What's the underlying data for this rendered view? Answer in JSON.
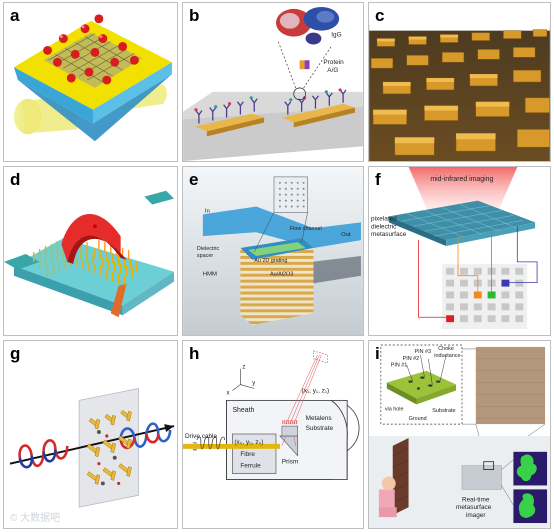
{
  "panels": {
    "a": {
      "label": "a"
    },
    "b": {
      "label": "b",
      "igg": "IgG",
      "protein": "Protein",
      "ag": "A/G"
    },
    "c": {
      "label": "c"
    },
    "d": {
      "label": "d"
    },
    "e": {
      "label": "e",
      "flow_channel": "Flow channel",
      "in": "In",
      "out": "Out",
      "dielectric": "Dielectric",
      "spacer": "spacer",
      "grating": "Au 2D grating",
      "hmm": "HMM",
      "au_al2o3": "Au/Al2O3"
    },
    "f": {
      "label": "f",
      "mid_ir": "mid-infrared imaging",
      "pix1": "pixelated",
      "pix2": "dielectric",
      "pix3": "metasurface"
    },
    "g": {
      "label": "g"
    },
    "h": {
      "label": "h",
      "sheath": "Sheath",
      "metalens": "Metalens",
      "substrate": "Substrate",
      "fibre": "Fibre",
      "ferrule": "Ferrule",
      "prism": "Prism",
      "drive_cable": "Drive cable",
      "coord1": "(x₀, y₀, z₀)",
      "coord2": "(x₁, y₁, z₁)",
      "z": "z",
      "x": "x",
      "y": "y"
    },
    "i": {
      "label": "i",
      "pin3": "PIN #3",
      "pin2": "PIN #2",
      "pin1": "PIN #1",
      "choke1": "Choke",
      "choke2": "inductance",
      "via": "via hole",
      "sub": "Substrate",
      "ground": "Ground",
      "rt1": "Real-time",
      "rt2": "metasurface",
      "rt3": "imager"
    }
  },
  "watermark": "© 大数据吧"
}
